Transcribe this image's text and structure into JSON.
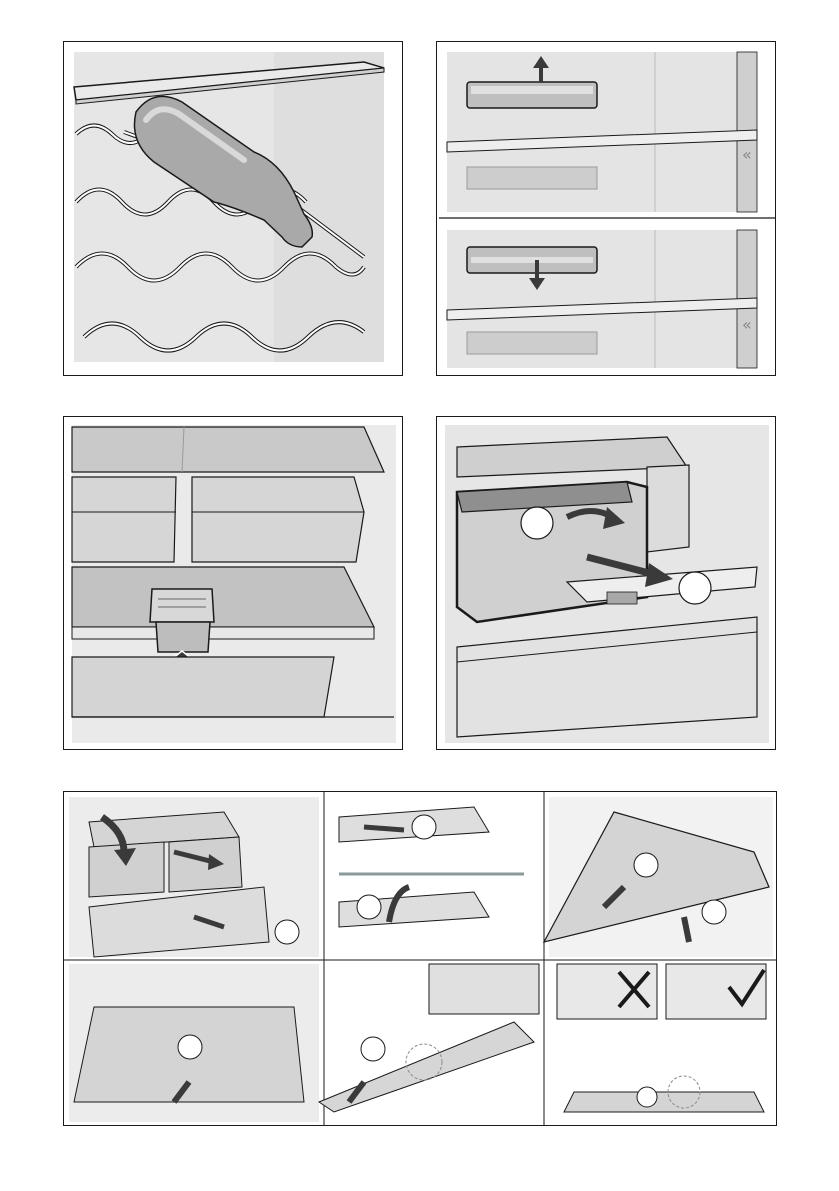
{
  "document": {
    "figures": [
      {
        "id": "wine-rack",
        "callouts": []
      },
      {
        "id": "door-rack-height",
        "callouts": []
      },
      {
        "id": "shelf-insert-lift",
        "callouts": []
      },
      {
        "id": "drawer-removal",
        "callouts": []
      },
      {
        "id": "glass-shelf-removal-sequence",
        "callouts": []
      }
    ],
    "colors": {
      "line": "#1a1a1a",
      "wall": "#e6e6e6",
      "glass": "#d2d2d2",
      "shade": "#bdbdbd",
      "arrow": "#3a3a3a"
    }
  }
}
